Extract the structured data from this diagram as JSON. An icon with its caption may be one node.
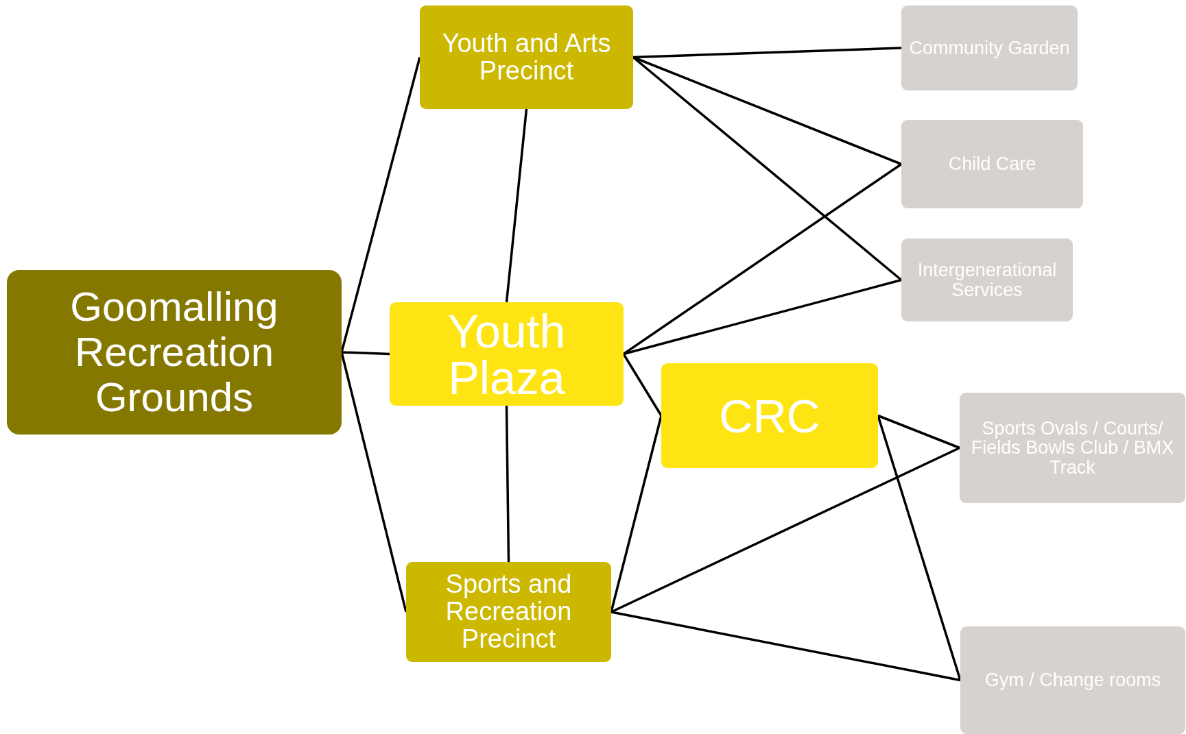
{
  "diagram": {
    "nodes": [
      {
        "text": [
          "Goomalling Recreation Grounds"
        ]
      },
      {
        "text": [
          "Youth and Arts Precinct"
        ]
      },
      {
        "text": [
          "Youth Plaza"
        ]
      },
      {
        "text": [
          "Sports and Recreation Precinct"
        ]
      },
      {
        "text": [
          "CRC"
        ]
      },
      {
        "text": [
          "Community Garden"
        ]
      },
      {
        "text": [
          "Child Care"
        ]
      },
      {
        "text": [
          "Intergenerational Services"
        ]
      },
      {
        "text": [
          "Sports Ovals / Courts/ Fields Bowls Club / BMX Track"
        ]
      },
      {
        "text": [
          "Gym / Change rooms"
        ]
      }
    ],
    "edges": [
      {
        "from": 0,
        "to": 1,
        "arrow": "none"
      },
      {
        "from": 0,
        "to": 2,
        "arrow": "none"
      },
      {
        "from": 0,
        "to": 3,
        "arrow": "none"
      },
      {
        "from": 1,
        "to": 2,
        "arrow": "none"
      },
      {
        "from": 2,
        "to": 3,
        "arrow": "none"
      },
      {
        "from": 1,
        "to": 5,
        "arrow": "none"
      },
      {
        "from": 1,
        "to": 6,
        "arrow": "none"
      },
      {
        "from": 1,
        "to": 7,
        "arrow": "none"
      },
      {
        "from": 2,
        "to": 6,
        "arrow": "none"
      },
      {
        "from": 2,
        "to": 7,
        "arrow": "none"
      },
      {
        "from": 2,
        "to": 4,
        "arrow": "none"
      },
      {
        "from": 3,
        "to": 4,
        "arrow": "none"
      },
      {
        "from": 3,
        "to": 8,
        "arrow": "none"
      },
      {
        "from": 3,
        "to": 9,
        "arrow": "none"
      },
      {
        "from": 4,
        "to": 8,
        "arrow": "none"
      },
      {
        "from": 4,
        "to": 9,
        "arrow": "none"
      }
    ]
  }
}
